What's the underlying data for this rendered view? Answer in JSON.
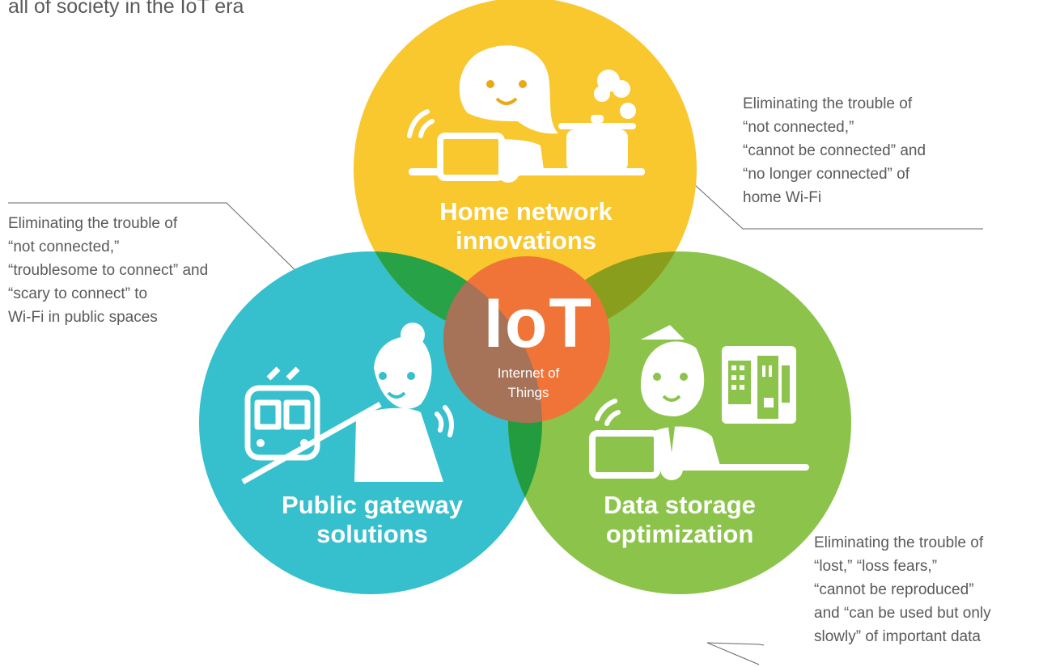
{
  "caption": "all of society in the IoT era",
  "center": {
    "title": "IoT",
    "subtitle_lines": [
      "Internet of",
      "Things"
    ]
  },
  "circles": [
    {
      "id": "home",
      "label_lines": [
        "Home network",
        "innovations"
      ],
      "color": "#f9c72e"
    },
    {
      "id": "public",
      "label_lines": [
        "Public gateway",
        "solutions"
      ],
      "color": "#36bfcc"
    },
    {
      "id": "data",
      "label_lines": [
        "Data storage",
        "optimization"
      ],
      "color": "#8cc44b"
    }
  ],
  "center_color": "#f07438",
  "callouts": {
    "home": [
      "Eliminating the trouble of",
      "“not connected,”",
      "“cannot be connected” and",
      "“no longer connected” of",
      "home Wi-Fi"
    ],
    "public": [
      "Eliminating the trouble of",
      "“not connected,”",
      "“troublesome to connect” and",
      "“scary to connect” to",
      "Wi-Fi in public spaces"
    ],
    "data": [
      "Eliminating the trouble of",
      "“lost,” “loss fears,”",
      "“cannot be reproduced”",
      "and “can be used but only",
      "slowly” of important data"
    ]
  },
  "icons": [
    "woman-cooking-icon",
    "laptop-icon",
    "wifi-icon",
    "pot-icon",
    "train-icon",
    "woman-waving-icon",
    "man-laptop-icon",
    "building-icon"
  ]
}
